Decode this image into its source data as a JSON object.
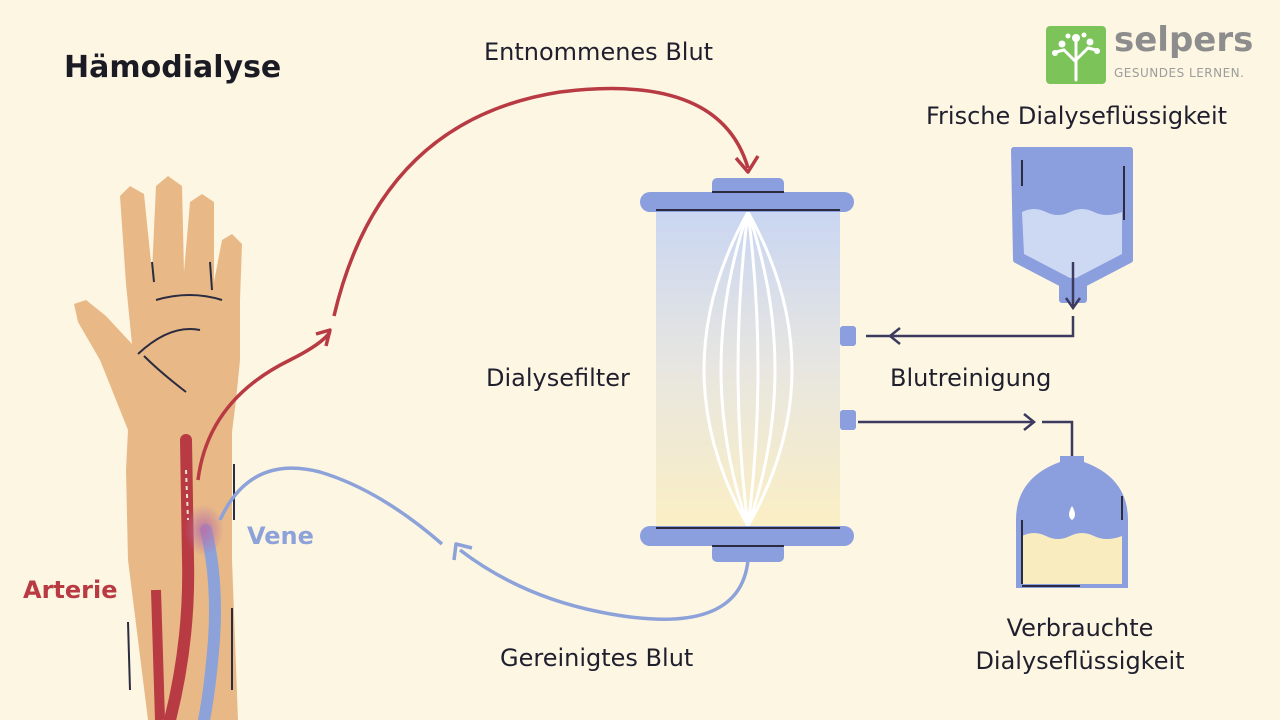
{
  "title": "Hämodialyse",
  "labels": {
    "entnommenes_blut": "Entnommenes Blut",
    "frische": "Frische Dialyseflüssigkeit",
    "dialysefilter": "Dialysefilter",
    "blutreinigung": "Blutreinigung",
    "gereinigtes_blut": "Gereinigtes Blut",
    "verbrauchte": "Verbrauchte Dialyseflüssigkeit",
    "vene": "Vene",
    "arterie": "Arterie"
  },
  "logo": {
    "name": "selpers",
    "tagline": "GESUNDES LERNEN."
  },
  "colors": {
    "background": "#fdf6e3",
    "artery": "#b83a43",
    "vein": "#8da2d8",
    "skin": "#e8b987",
    "filter_cap": "#8b9ede",
    "fluid_fresh": "#cdd9f3",
    "fluid_used": "#f9edc0",
    "line_dark": "#3c3a5e",
    "logo_green": "#7cc35a"
  }
}
